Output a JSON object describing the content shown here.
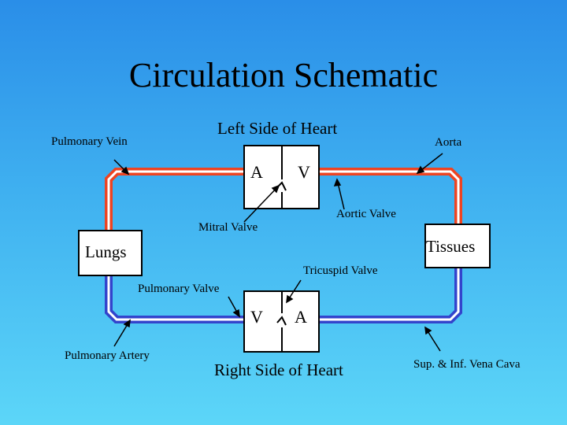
{
  "title": "Circulation Schematic",
  "labels": {
    "left_heart": "Left Side of Heart",
    "right_heart": "Right Side of Heart",
    "pulmonary_vein": "Pulmonary Vein",
    "aorta": "Aorta",
    "aortic_valve": "Aortic Valve",
    "mitral_valve": "Mitral Valve",
    "tricuspid_valve": "Tricuspid Valve",
    "pulmonary_valve": "Pulmonary Valve",
    "pulmonary_artery": "Pulmonary Artery",
    "vena_cava": "Sup. & Inf. Vena Cava",
    "lungs": "Lungs",
    "tissues": "Tissues"
  },
  "chambers": {
    "left_atrium": "A",
    "left_ventricle": "V",
    "right_ventricle": "V",
    "right_atrium": "A"
  },
  "colors": {
    "oxygenated": "#ee4422",
    "deoxygenated": "#3344cc",
    "vessel_lumen": "#ffffff",
    "box_fill": "#ffffff",
    "outline": "#000000"
  }
}
